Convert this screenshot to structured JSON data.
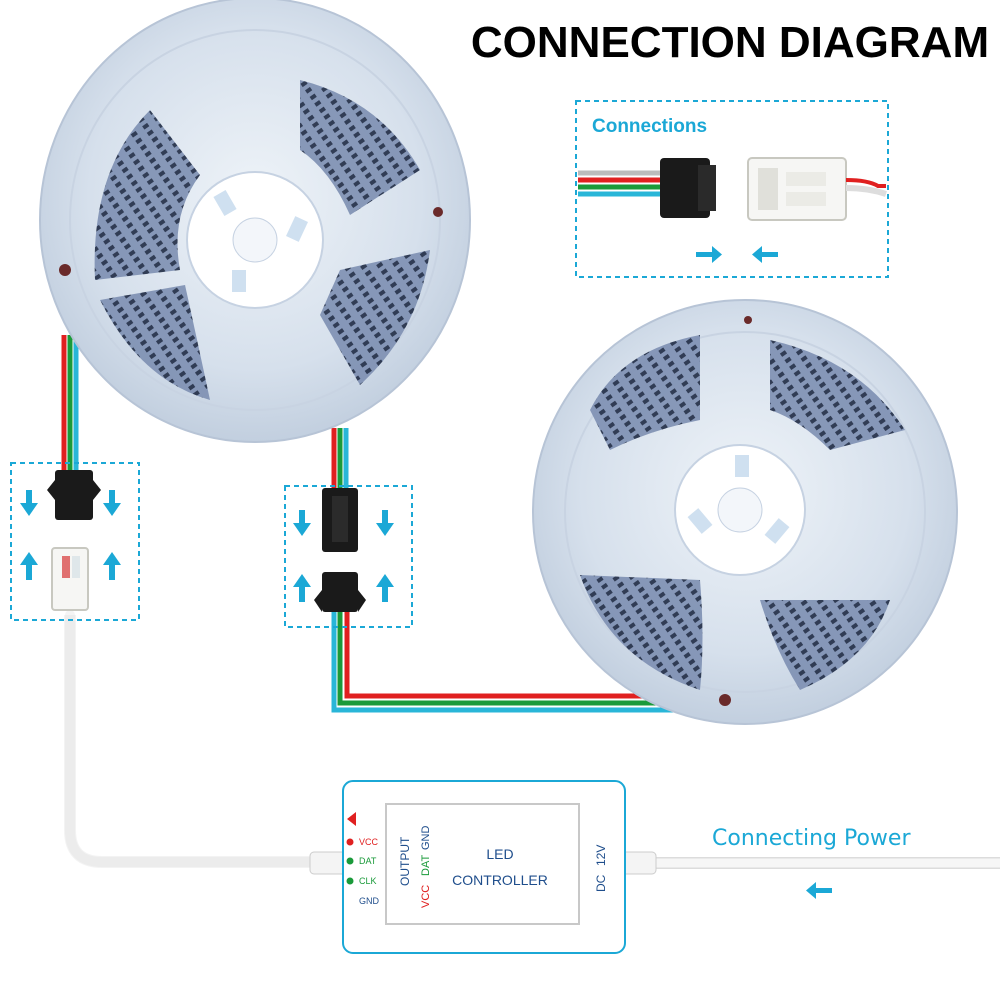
{
  "title": "CONNECTION DIAGRAM",
  "connections_box": {
    "label": "Connections"
  },
  "power": {
    "label": "Connecting Power"
  },
  "controller": {
    "name_line1": "LED",
    "name_line2": "CONTROLLER",
    "output_label": "OUTPUT",
    "dc_label": "DC",
    "voltage_label": "12V",
    "pin_labels": [
      {
        "text": "VCC",
        "color": "#e02020"
      },
      {
        "text": "DAT",
        "color": "#1a9a3a"
      },
      {
        "text": "CLK",
        "color": "#1a9a3a"
      },
      {
        "text": "GND",
        "color": "#1f4e8c"
      }
    ],
    "inner_pins": [
      {
        "text": "VCC",
        "color": "#e02020"
      },
      {
        "text": "DAT",
        "color": "#1a9a3a"
      },
      {
        "text": "GND",
        "color": "#1f4e8c"
      }
    ]
  },
  "colors": {
    "accent": "#1ba8d6",
    "wire_red": "#e02020",
    "wire_green": "#1a9a3a",
    "wire_cyan": "#29b6d8",
    "connector_black": "#1a1a1a",
    "reel": "#dde6f0"
  },
  "icons": [
    "arrow-down-icon",
    "arrow-up-icon",
    "arrow-right-icon",
    "arrow-left-icon"
  ]
}
